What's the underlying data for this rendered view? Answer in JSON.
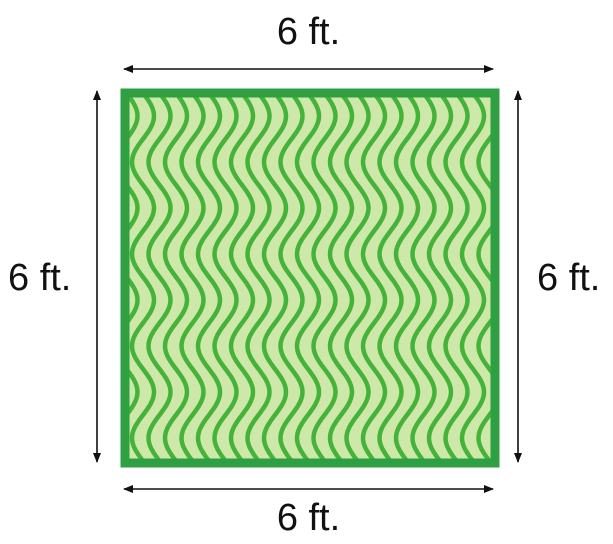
{
  "labels": {
    "top": "6 ft.",
    "bottom": "6 ft.",
    "left": "6 ft.",
    "right": "6 ft."
  },
  "colors": {
    "square_fill": "#cde8a8",
    "square_border": "#2ea043",
    "wave_stroke": "#45b33a",
    "arrow": "#111111",
    "text": "#111111"
  }
}
